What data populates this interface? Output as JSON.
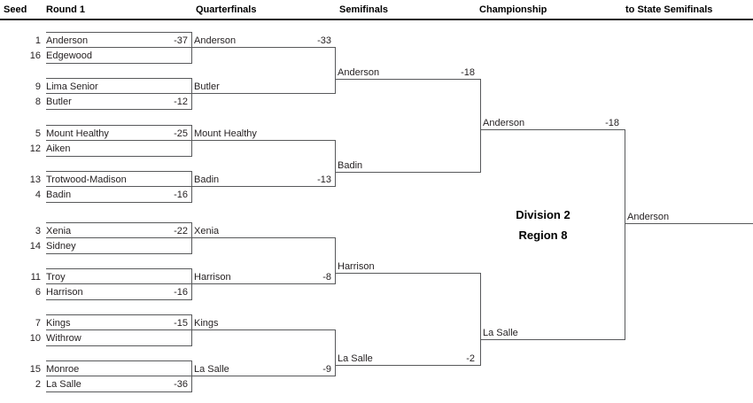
{
  "header": {
    "columns": [
      {
        "label": "Seed"
      },
      {
        "label": "Round 1"
      },
      {
        "label": "Quarterfinals"
      },
      {
        "label": "Semifinals"
      },
      {
        "label": "Championship"
      },
      {
        "label": "to State Semifinals"
      }
    ]
  },
  "region": {
    "division": "Division 2",
    "region": "Region 8"
  },
  "round1": [
    {
      "seed": "1",
      "team": "Anderson",
      "score": "-37"
    },
    {
      "seed": "16",
      "team": "Edgewood",
      "score": ""
    },
    {
      "seed": "9",
      "team": "Lima Senior",
      "score": ""
    },
    {
      "seed": "8",
      "team": "Butler",
      "score": "-12"
    },
    {
      "seed": "5",
      "team": "Mount Healthy",
      "score": "-25"
    },
    {
      "seed": "12",
      "team": "Aiken",
      "score": ""
    },
    {
      "seed": "13",
      "team": "Trotwood-Madison",
      "score": ""
    },
    {
      "seed": "4",
      "team": "Badin",
      "score": "-16"
    },
    {
      "seed": "3",
      "team": "Xenia",
      "score": "-22"
    },
    {
      "seed": "14",
      "team": "Sidney",
      "score": ""
    },
    {
      "seed": "11",
      "team": "Troy",
      "score": ""
    },
    {
      "seed": "6",
      "team": "Harrison",
      "score": "-16"
    },
    {
      "seed": "7",
      "team": "Kings",
      "score": "-15"
    },
    {
      "seed": "10",
      "team": "Withrow",
      "score": ""
    },
    {
      "seed": "15",
      "team": "Monroe",
      "score": ""
    },
    {
      "seed": "2",
      "team": "La Salle",
      "score": "-36"
    }
  ],
  "quarterfinals": [
    {
      "team": "Anderson",
      "score": "-33"
    },
    {
      "team": "Butler",
      "score": ""
    },
    {
      "team": "Mount Healthy",
      "score": ""
    },
    {
      "team": "Badin",
      "score": "-13"
    },
    {
      "team": "Xenia",
      "score": ""
    },
    {
      "team": "Harrison",
      "score": "-8"
    },
    {
      "team": "Kings",
      "score": ""
    },
    {
      "team": "La Salle",
      "score": "-9"
    }
  ],
  "semifinals": [
    {
      "team": "Anderson",
      "score": "-18"
    },
    {
      "team": "Badin",
      "score": ""
    },
    {
      "team": "Harrison",
      "score": ""
    },
    {
      "team": "La Salle",
      "score": "-2"
    }
  ],
  "championship": [
    {
      "team": "Anderson",
      "score": "-18"
    },
    {
      "team": "La Salle",
      "score": ""
    }
  ],
  "state": {
    "team": "Anderson"
  },
  "colors": {
    "line": "#58595b",
    "text": "#231f20",
    "rule": "#231f20",
    "background": "#ffffff"
  }
}
